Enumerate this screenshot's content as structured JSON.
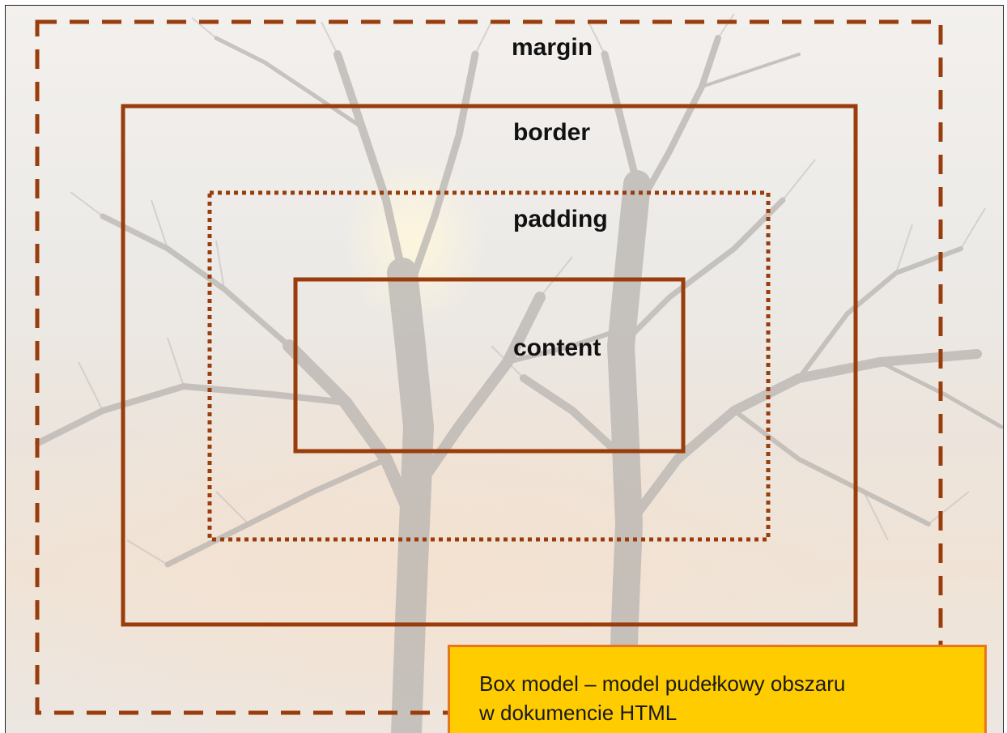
{
  "labels": {
    "margin": "margin",
    "border": "border",
    "padding": "padding",
    "content": "content"
  },
  "caption": {
    "line1": "Box model – model pudełkowy obszaru",
    "line2": "w dokumencie HTML"
  },
  "colors": {
    "box_stroke": "#9a3d0c",
    "caption_background": "#ffcc00",
    "caption_border": "#e8761e",
    "label_text": "#111111"
  },
  "line_styles": {
    "margin": "dashed",
    "border": "solid",
    "padding": "dotted",
    "content": "solid"
  },
  "background": {
    "icon": "misty-tree-photo"
  }
}
